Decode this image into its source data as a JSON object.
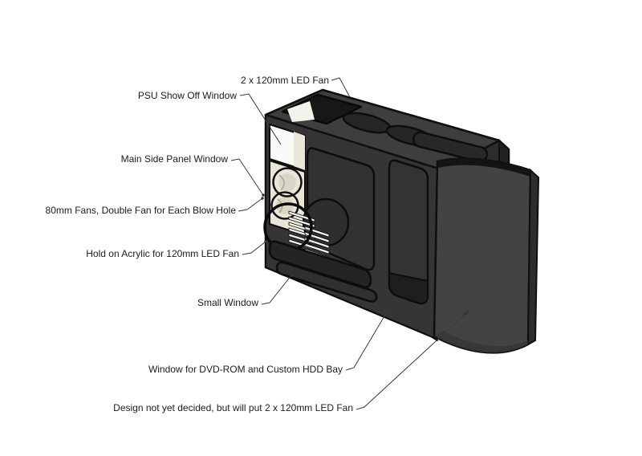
{
  "figure": {
    "kind": "annotated-3d-sketch",
    "background": "#ffffff"
  },
  "annotations": [
    {
      "id": "top-fans",
      "label": "2 x 120mm LED Fan"
    },
    {
      "id": "psu-window",
      "label": "PSU Show Off Window"
    },
    {
      "id": "main-window",
      "label": "Main Side Panel Window"
    },
    {
      "id": "blow-holes",
      "label": "80mm Fans, Double Fan for Each Blow Hole"
    },
    {
      "id": "acrylic-hold",
      "label": "Hold on Acrylic for 120mm LED Fan"
    },
    {
      "id": "small-window",
      "label": "Small Window"
    },
    {
      "id": "dvd-hdd",
      "label": "Window for DVD-ROM and Custom HDD Bay"
    },
    {
      "id": "front-design",
      "label": "Design not yet decided, but will put 2 x 120mm LED Fan"
    }
  ],
  "model": {
    "colors": {
      "outline": "#0f0f0f",
      "body": "#2c2c2c",
      "side_face": "#353535",
      "top_face": "#3e3e3e",
      "recess": "#242424",
      "opening": "#171717",
      "door": "#434343",
      "door_edge": "#2d2d2d",
      "fan": "#e9e6d8",
      "fan_hub": "#d9d6c3",
      "vent_slat": "#f4f4f4",
      "window_light": "#fafaf8",
      "leader": "#3a3a3a",
      "text": "#1c1c1c"
    }
  }
}
